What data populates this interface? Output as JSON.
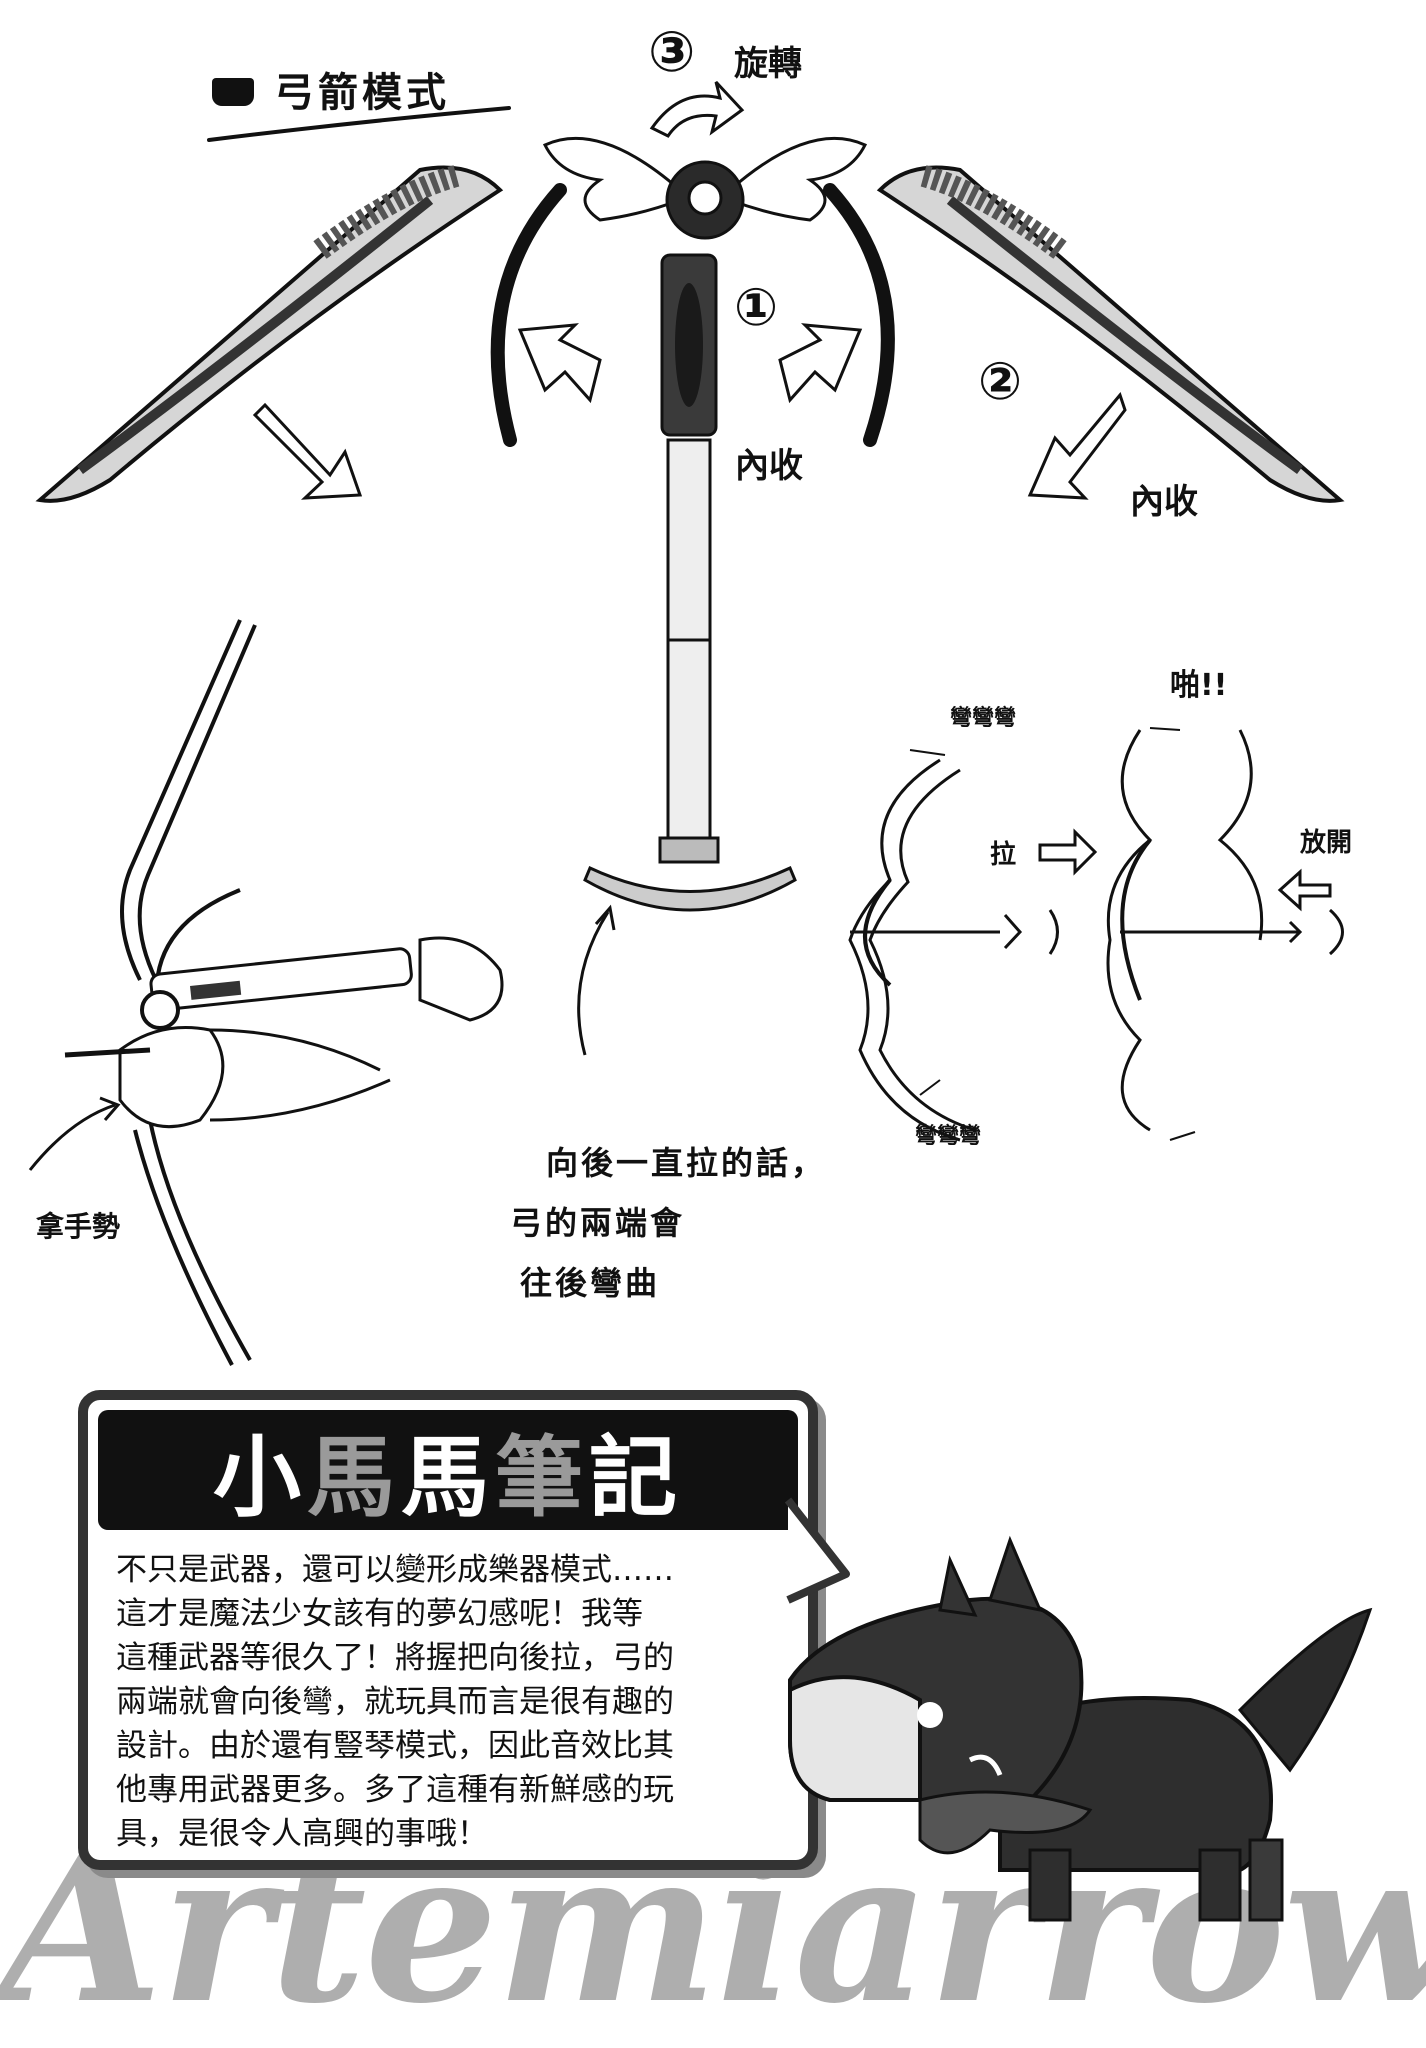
{
  "section": {
    "title": "弓箭模式"
  },
  "steps": {
    "step1": {
      "number": "①",
      "label": "內收"
    },
    "step2": {
      "number": "②",
      "label": "內收"
    },
    "step3": {
      "number": "③",
      "label": "旋轉"
    }
  },
  "labels": {
    "grip": "拿手勢",
    "bend_top": "彎彎彎",
    "bend_bottom": "彎彎彎",
    "pull": "拉",
    "release": "放開",
    "snap": "啪!!"
  },
  "caption": {
    "lines": [
      "向後一直拉的話，",
      "弓的兩端會",
      "往後彎曲"
    ]
  },
  "note": {
    "title_parts": [
      "小",
      "馬",
      "馬",
      "筆",
      "記"
    ],
    "body_lines": [
      "不只是武器，還可以變形成樂器模式……",
      "這才是魔法少女該有的夢幻感呢！我等",
      "這種武器等很久了！將握把向後拉，弓的",
      "兩端就會向後彎，就玩具而言是很有趣的",
      "設計。由於還有豎琴模式，因此音效比其",
      "他專用武器更多。多了這種有新鮮感的玩",
      "具，是很令人高興的事哦！"
    ]
  },
  "watermark": {
    "text": "Artemiarrow"
  }
}
